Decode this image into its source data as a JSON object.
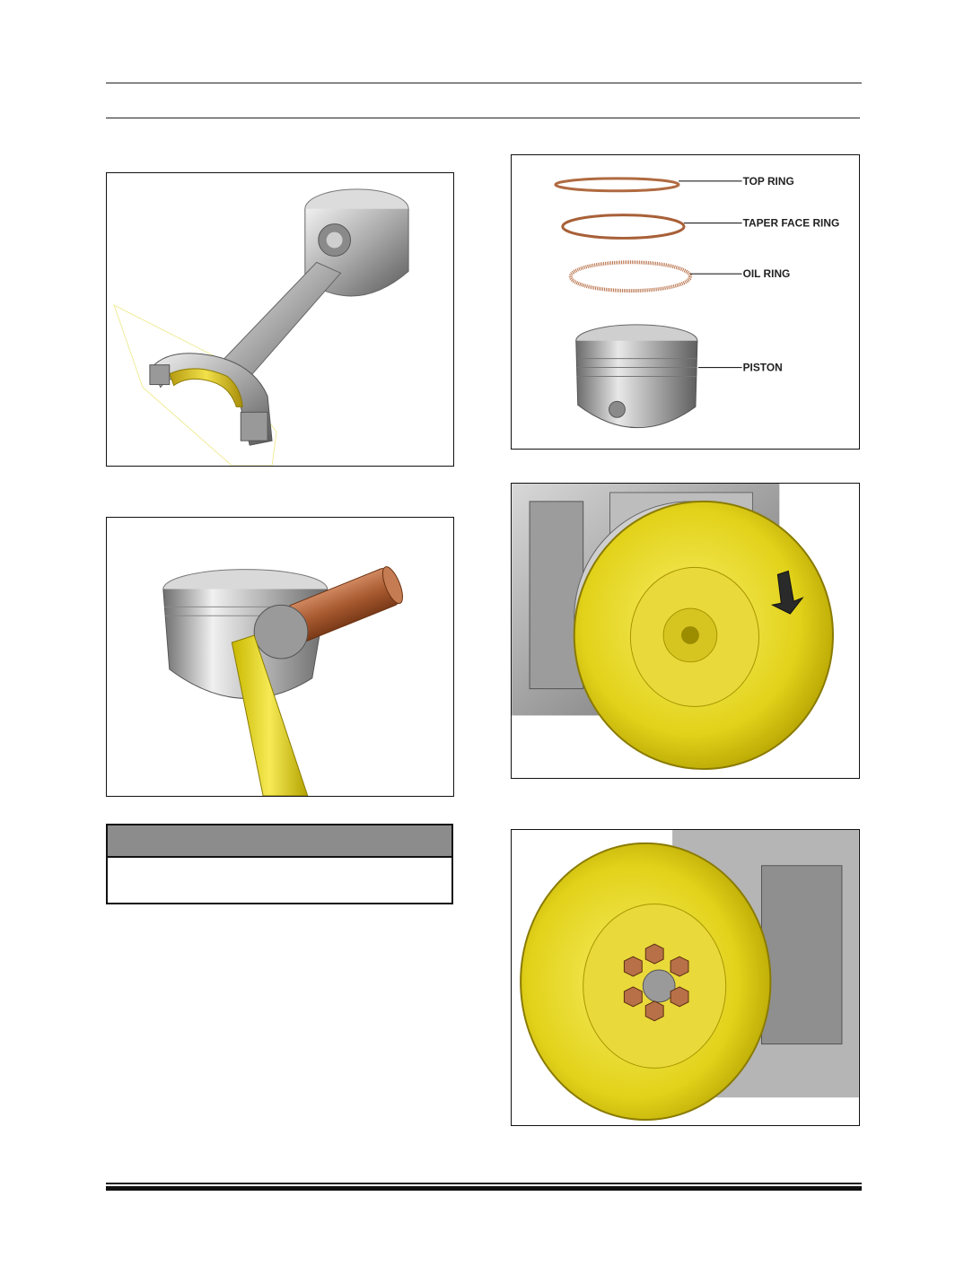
{
  "figures": {
    "piston_rings": {
      "labels": {
        "top_ring": "TOP RING",
        "taper_face_ring": "TAPER FACE RING",
        "oil_ring": "OIL RING",
        "piston": "PISTON"
      }
    }
  },
  "caution": {
    "heading": "",
    "body": ""
  },
  "colors": {
    "yellow_part": "#e8d820",
    "copper_part": "#b86a40",
    "steel": "#b8b8b8",
    "rule": "#222222"
  }
}
